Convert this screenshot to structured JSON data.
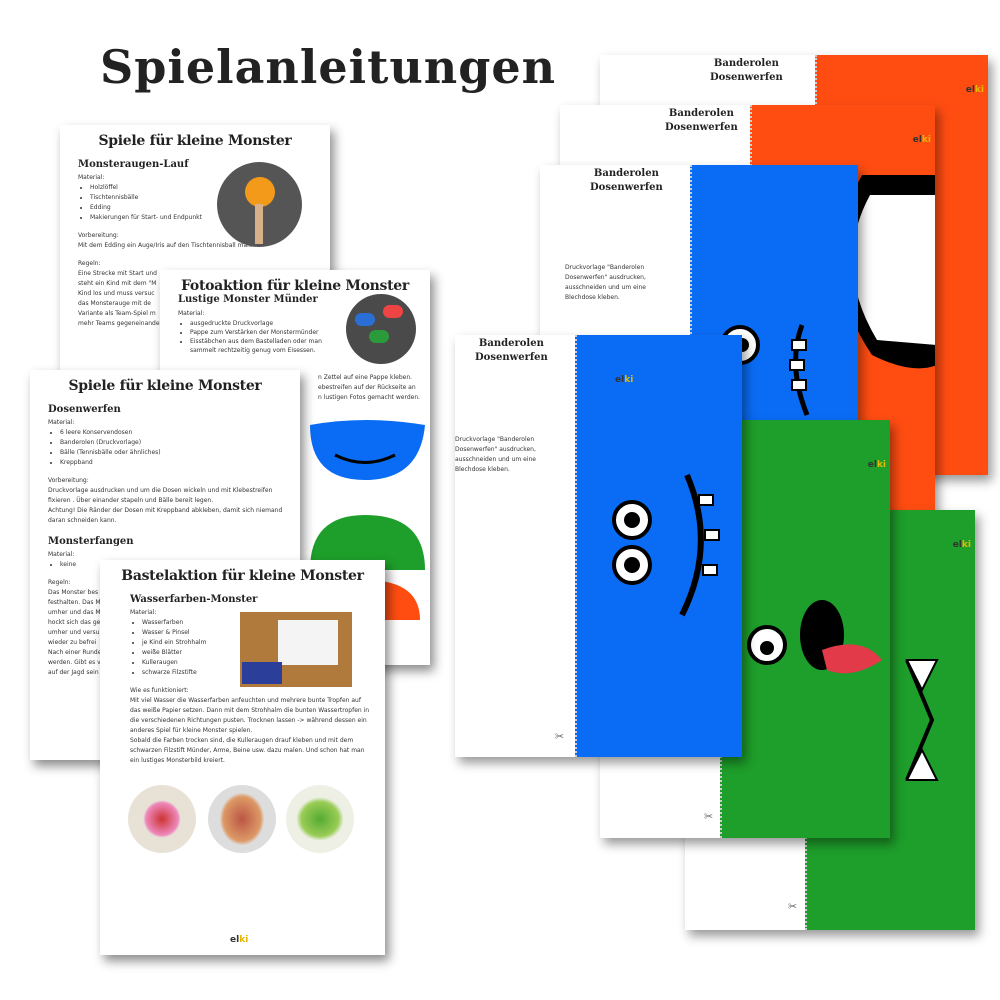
{
  "title": "Spielanleitungen",
  "pages": {
    "monsteraugen": {
      "title": "Spiele für kleine Monster",
      "section": "Monsteraugen-Lauf",
      "material_label": "Material:",
      "materials": [
        "Holzlöffel",
        "Tischtennisbälle",
        "Edding",
        "Makierungen für Start- und Endpunkt"
      ],
      "prep_label": "Vorbereitung:",
      "prep": "Mit dem Edding ein Auge/Iris auf den Tischtennisball malen.",
      "rules_label": "Regeln:",
      "rules": [
        "Eine Strecke mit Start und",
        "steht ein Kind mit dem \"M",
        "Kind los und muss versuc",
        "das Monsterauge mit de",
        "Variante als Team-Spiel m",
        "mehr Teams gegeneinander"
      ]
    },
    "fotoaktion": {
      "title": "Fotoaktion für kleine Monster",
      "section": "Lustige Monster Münder",
      "material_label": "Material:",
      "materials": [
        "ausgedruckte Druckvorlage",
        "Pappe zum Verstärken der Monstermünder",
        "Eisstäbchen aus dem Bastelladen oder man sammelt rechtzeitig genug vom Eisessen."
      ],
      "text": [
        "n Zettel auf eine Pappe kleben.",
        "ebestreifen auf der Rückseite an",
        "n lustigen Fotos gemacht werden."
      ]
    },
    "dosenwerfen": {
      "title": "Spiele für kleine Monster",
      "section": "Dosenwerfen",
      "material_label": "Material:",
      "materials": [
        "6 leere Konservendosen",
        "Banderolen (Druckvorlage)",
        "Bälle (Tennisbälle oder ähnliches)",
        "Kreppband"
      ],
      "prep_label": "Vorbereitung:",
      "prep": [
        "Druckvorlage ausdrucken und um die Dosen wickeln und mit Klebestreifen",
        "fixieren . Über einander stapeln und Bälle bereit legen.",
        "Achtung! Die Ränder der Dosen mit Kreppband abkleben, damit sich niemand",
        "daran schneiden kann."
      ],
      "section2": "Monsterfangen",
      "material2_label": "Material:",
      "materials2": [
        "keine"
      ],
      "rules_label": "Regeln:",
      "rules": [
        "Das Monster bes",
        "festhalten. Das M",
        "umher und das M",
        "hockt sich das ge",
        "umher und versu",
        "wieder zu befrei",
        "Nach einer Runde",
        "werden. Gibt es v",
        "auf der Jagd sein"
      ]
    },
    "bastelaktion": {
      "title": "Bastelaktion für kleine Monster",
      "section": "Wasserfarben-Monster",
      "material_label": "Material:",
      "materials": [
        "Wasserfarben",
        "Wasser & Pinsel",
        "je Kind ein Strohhalm",
        "weiße Blätter",
        "Kulleraugen",
        "schwarze Filzstifte"
      ],
      "how_label": "Wie es funktioniert:",
      "how": [
        "Mit viel Wasser die Wasserfarben anfeuchten und mehrere bunte Tropfen auf",
        "das weiße Papier setzen. Dann mit dem Strohhalm die bunten Wassertropfen in",
        "die verschiedenen Richtungen pusten. Trocknen lassen -> während dessen ein",
        "anderes Spiel für kleine Monster spielen.",
        "Sobald die Farben trocken sind, die Kulleraugen drauf kleben und mit dem",
        "schwarzen Filzstift Münder, Arme, Beine usw. dazu malen. Und schon hat man",
        "ein lustiges Monsterbild kreiert."
      ],
      "logo": "elki"
    }
  },
  "banderolen": {
    "title1": "Banderolen",
    "title2": "Dosenwerfen",
    "instruction": "Druckvorlage \"Banderolen Dosenwerfen\" ausdrucken, ausschneiden und um eine Blechdose kleben.",
    "scissors": "✂",
    "logo": "elki"
  },
  "colors": {
    "orange": "#ff4d12",
    "blue": "#0a6cf5",
    "green": "#1e9e2a"
  }
}
